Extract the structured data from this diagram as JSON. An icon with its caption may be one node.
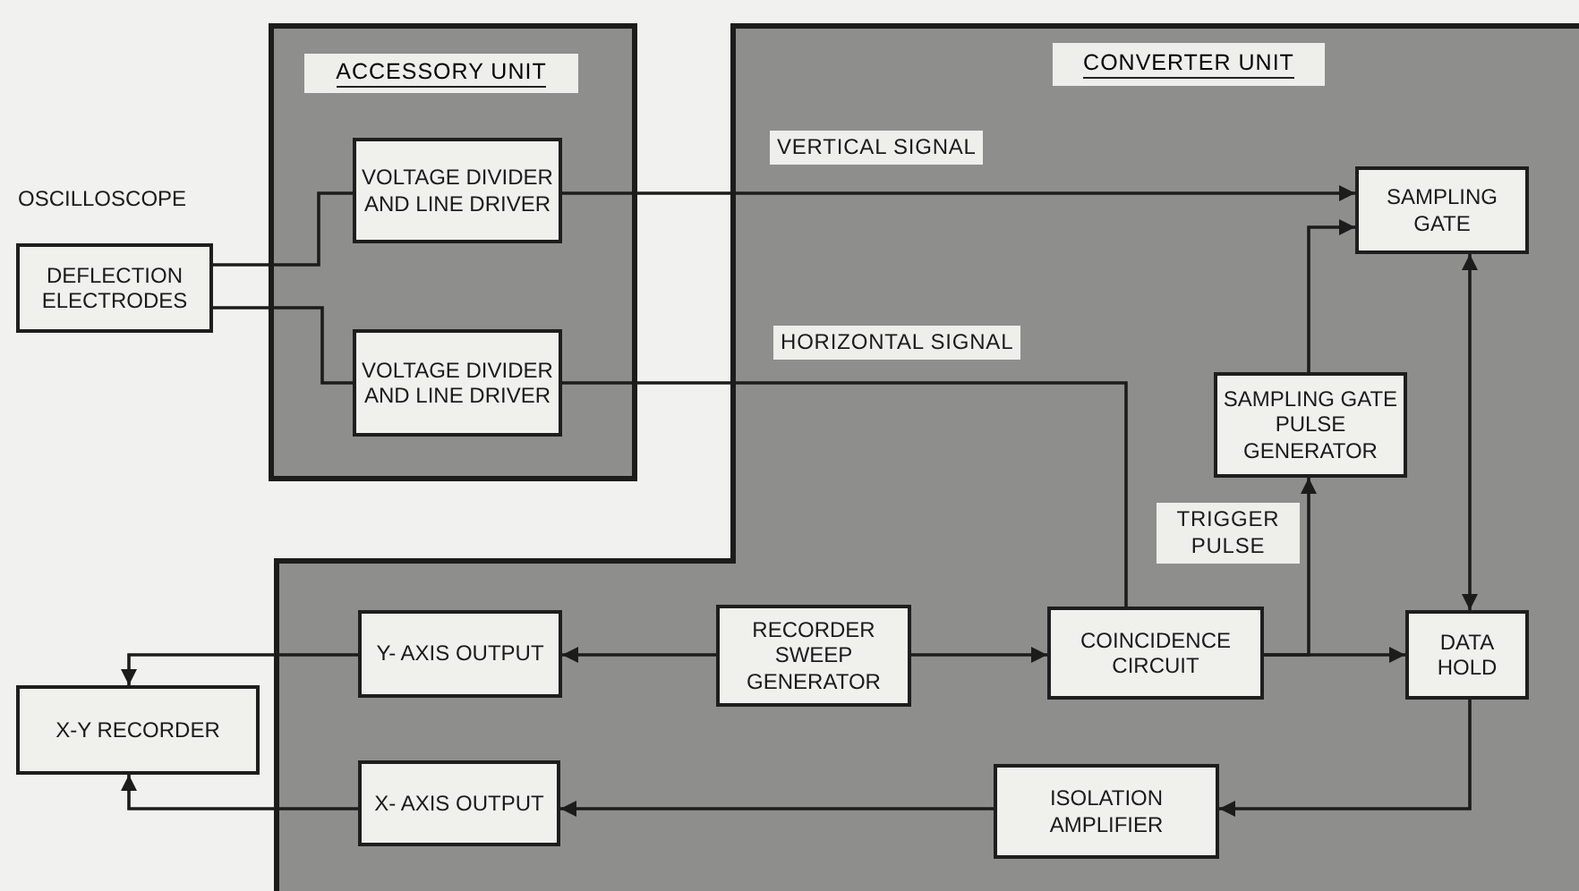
{
  "diagram": {
    "nodes": [
      {
        "text": [
          "ACCESSORY UNIT"
        ]
      },
      {
        "text": [
          "VOLTAGE DIVIDER AND LINE DRIVER"
        ],
        "in": 0
      },
      {
        "text": [
          "VOLTAGE DIVIDER AND LINE DRIVER"
        ],
        "in": 0
      },
      {
        "text": [
          "CONVERTER UNIT"
        ]
      },
      {
        "text": [
          "SAMPLING GATE"
        ],
        "in": 3
      },
      {
        "text": [
          "SAMPLING GATE PULSE GENERATOR"
        ],
        "in": 3
      },
      {
        "text": [
          "Y- AXIS OUTPUT"
        ],
        "in": 3
      },
      {
        "text": [
          "RECORDER SWEEP GENERATOR"
        ],
        "in": 3
      },
      {
        "text": [
          "COINCIDENCE CIRCUIT"
        ],
        "in": 3
      },
      {
        "text": [
          "DATA HOLD"
        ],
        "in": 3
      },
      {
        "text": [
          "X- AXIS OUTPUT"
        ],
        "in": 3
      },
      {
        "text": [
          "ISOLATION AMPLIFIER"
        ],
        "in": 3
      },
      {
        "text": [
          "DEFLECTION ELECTRODES"
        ],
        "beside": [
          "OSCILLOSCOPE"
        ]
      },
      {
        "text": [
          "X-Y RECORDER"
        ]
      }
    ],
    "edges": [
      {
        "from": 12,
        "to": 1,
        "arrow": "none"
      },
      {
        "from": 12,
        "to": 2,
        "arrow": "none"
      },
      {
        "from": 1,
        "to": 4,
        "arrow": "to",
        "label": "VERTICAL SIGNAL"
      },
      {
        "from": 2,
        "to": 8,
        "arrow": "none",
        "label": "HORIZONTAL SIGNAL"
      },
      {
        "from": 5,
        "to": 4,
        "arrow": "to"
      },
      {
        "from": 8,
        "to": 5,
        "arrow": "to",
        "label": "TRIGGER PULSE"
      },
      {
        "from": 8,
        "to": 9,
        "arrow": "to"
      },
      {
        "from": 4,
        "to": 9,
        "arrow": "both"
      },
      {
        "from": 7,
        "to": 8,
        "arrow": "to"
      },
      {
        "from": 7,
        "to": 6,
        "arrow": "to"
      },
      {
        "from": 6,
        "to": 13,
        "arrow": "to"
      },
      {
        "from": 9,
        "to": 11,
        "arrow": "to"
      },
      {
        "from": 11,
        "to": 10,
        "arrow": "to"
      },
      {
        "from": 10,
        "to": 13,
        "arrow": "to"
      }
    ]
  }
}
